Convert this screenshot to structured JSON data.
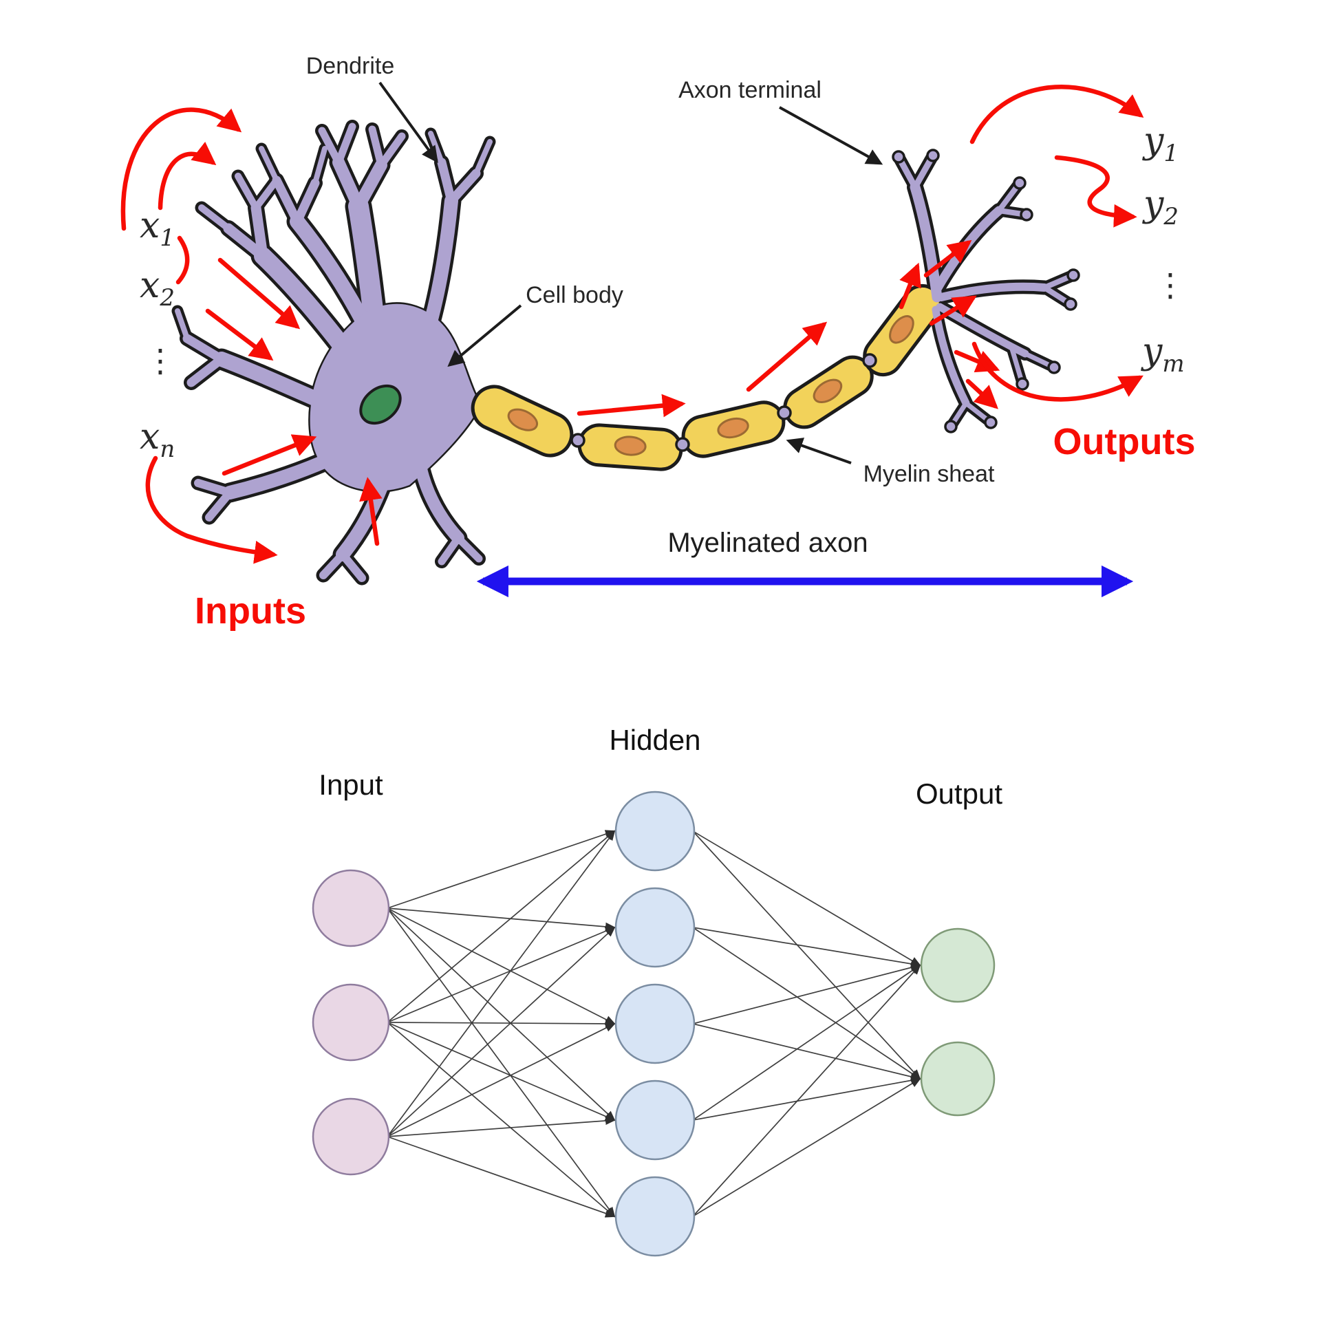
{
  "neuron": {
    "labels": {
      "dendrite": "Dendrite",
      "cell_body": "Cell body",
      "axon_terminal": "Axon terminal",
      "myelin_sheath": "Myelin sheat",
      "myelinated_axon": "Myelinated axon",
      "inputs": "Inputs",
      "outputs": "Outputs"
    },
    "input_signals": {
      "x1": {
        "base": "x",
        "sub": "1"
      },
      "x2": {
        "base": "x",
        "sub": "2"
      },
      "xn": {
        "base": "x",
        "sub": "n"
      },
      "dots": "⋮"
    },
    "output_signals": {
      "y1": {
        "base": "y",
        "sub": "1"
      },
      "y2": {
        "base": "y",
        "sub": "2"
      },
      "ym": {
        "base": "y",
        "sub": "m"
      },
      "dots": "⋮"
    }
  },
  "network": {
    "connectivity": "fully-connected",
    "layers": [
      {
        "id": "input",
        "label": "Input",
        "count": 3,
        "fill": "#e9d7e5",
        "stroke": "#8f7c9e"
      },
      {
        "id": "hidden",
        "label": "Hidden",
        "count": 5,
        "fill": "#d7e4f5",
        "stroke": "#7b8da2"
      },
      {
        "id": "output",
        "label": "Output",
        "count": 2,
        "fill": "#d5e8d4",
        "stroke": "#7f9a77"
      }
    ],
    "edge_color": "#3f3f3f"
  },
  "colors": {
    "membrane_purple": "#aea3d0",
    "outline_black": "#1c1c1c",
    "nucleus_green": "#3d8f55",
    "myelin_yellow": "#f2d25a",
    "myelin_nucleus_orange": "#dd8e4b",
    "signal_red": "#f70d05",
    "axon_arrow_blue": "#2012ef",
    "label_dark": "#262626"
  }
}
